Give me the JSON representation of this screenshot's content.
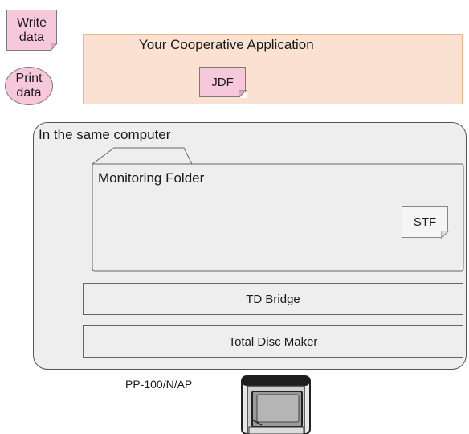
{
  "notes": {
    "write_data": [
      "Write",
      "data"
    ],
    "print_data": [
      "Print",
      "data"
    ]
  },
  "application": {
    "title": "Your Cooperative Application",
    "jdf_label": "JDF"
  },
  "computer": {
    "label": "In the same computer",
    "folder_label": "Monitoring Folder",
    "stf_label": "STF",
    "td_bridge_label": "TD Bridge",
    "disc_maker_label": "Total Disc Maker"
  },
  "printer": {
    "label": "PP-100/N/AP"
  },
  "colors": {
    "pink": "#f7c7da",
    "peach": "#fbe1d2",
    "gray_panel": "#eeeeee"
  }
}
